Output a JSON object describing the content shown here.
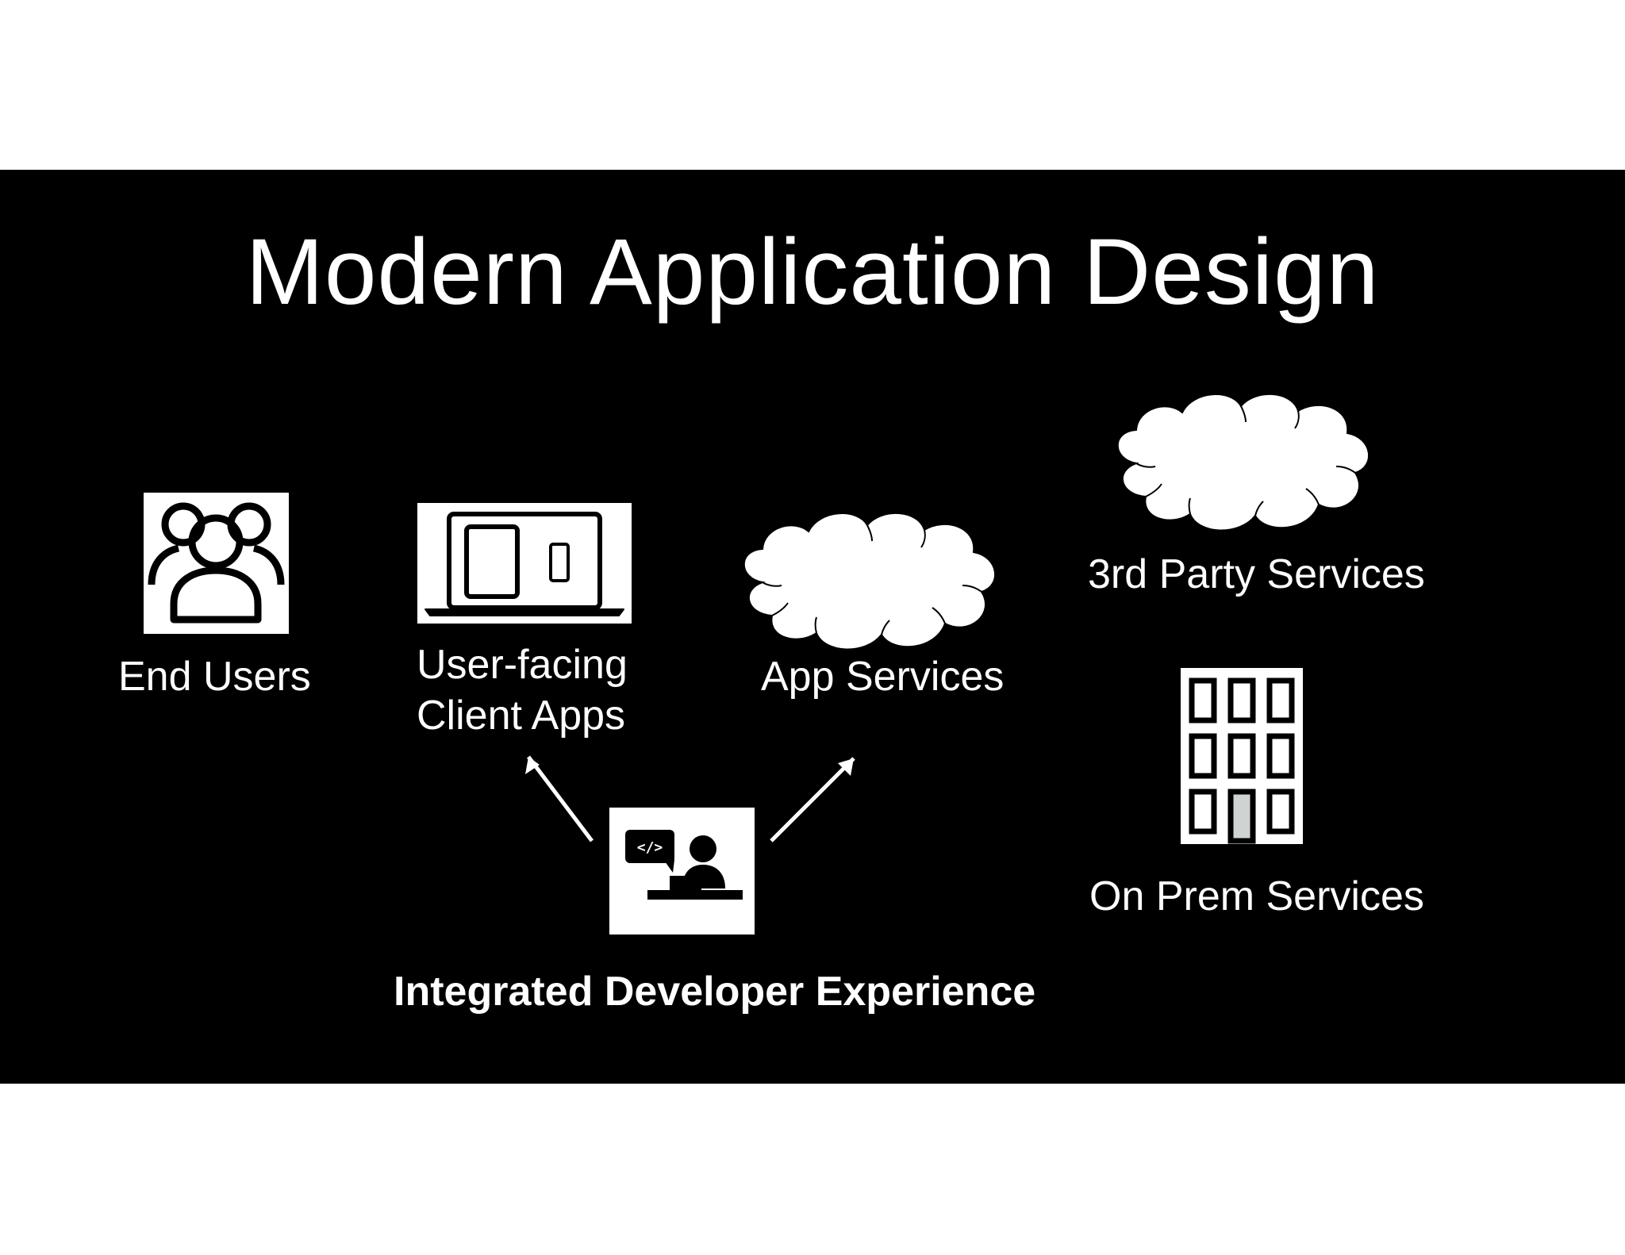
{
  "title": "Modern Application Design",
  "nodes": {
    "end_users": {
      "label": "End Users",
      "icon": "users-group-icon"
    },
    "client_apps": {
      "label_line1": "User-facing",
      "label_line2": "Client Apps",
      "icon": "laptop-devices-icon"
    },
    "app_services": {
      "label": "App Services",
      "icon": "cloud-icon"
    },
    "third_party": {
      "label": "3rd Party Services",
      "icon": "cloud-icon"
    },
    "on_prem": {
      "label": "On Prem Services",
      "icon": "office-building-icon"
    },
    "developer": {
      "label": "Integrated Developer Experience",
      "icon": "developer-code-icon"
    }
  },
  "edges": [
    {
      "from": "developer",
      "to": "client_apps"
    },
    {
      "from": "developer",
      "to": "app_services"
    }
  ],
  "colors": {
    "background": "#000000",
    "foreground": "#ffffff",
    "door": "#cfd3d1"
  }
}
